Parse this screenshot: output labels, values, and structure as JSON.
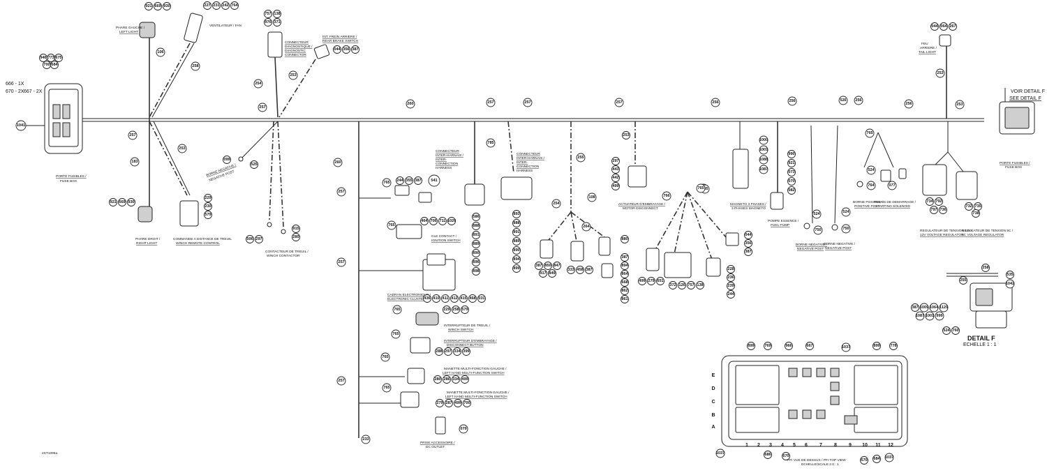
{
  "fuse_box": {
    "refs_top": [
      "946",
      "773",
      "675",
      "700",
      "684"
    ],
    "refs_left": [
      "666 - 1X",
      "670 - 2X",
      "667 - 2X"
    ],
    "ref_main": "1041",
    "label_fr": "PORTE FUSIBLES /",
    "label_en": "FUSE BOX"
  },
  "left_light": {
    "refs": [
      "921",
      "669",
      "930"
    ],
    "label_fr": "PHARE GAUCHE /",
    "label_en": "LEFT LIGHT"
  },
  "fan": {
    "refs": [
      "227",
      "231",
      "242",
      "764"
    ],
    "label": "VENTILATEUR / FAN"
  },
  "diag": {
    "refs": [
      "757",
      "138",
      "976",
      "371"
    ],
    "label_fr": "CONNECTEUR",
    "label_fr2": "DIAGNOSTIQUE /",
    "label_en": "DIAGNOSTIC",
    "label_en2": "CONNECTOR"
  },
  "rear_brake": {
    "refs": [
      "044",
      "356",
      "387"
    ],
    "label_fr": "INT. FREIN ARRIERE /",
    "label_en": "REAR BRAKE SWITCH"
  },
  "right_light": {
    "refs": [
      "921",
      "669",
      "930"
    ],
    "label_fr": "PHARE DROIT /",
    "label_en": "RIGHT LIGHT"
  },
  "winch_remote": {
    "refs": [
      "229",
      "230",
      "579"
    ],
    "label_fr": "COMMANDE A DISTANCE DE TREUIL",
    "label_en": "WINCH REMOTE CONTROL"
  },
  "neg_post_a": {
    "refs": [
      "099",
      "525"
    ],
    "label_fr": "BORNE NEGATIVE /",
    "label_en": "NEGATIVE POST"
  },
  "winch_contactor": {
    "refs": [
      "506",
      "297",
      "915",
      "280"
    ],
    "label_fr": "CONTACTEUR DE TREUIL /",
    "label_en": "WINCH CONTACTOR"
  },
  "harness_conn": {
    "label_fr": "CONNECTEUR",
    "label_fr2": "INTER-HARNAIS /",
    "label_fr3": "INTER-",
    "label_en": "CONNECTION",
    "label_en2": "HARNESS"
  },
  "ignition": {
    "refs": [
      "244",
      "355",
      "387",
      "541"
    ],
    "refs2": [
      "464",
      "706",
      "711",
      "1026"
    ],
    "label_fr": "CLE CONTACT /",
    "label_en": "IGNITION SWITCH"
  },
  "cluster": {
    "refs": [
      "436",
      "410",
      "411",
      "412",
      "415",
      "468",
      "031"
    ],
    "label_fr": "CADRAN ELECTRONIQUE /",
    "label_en": "ELECTRONIC CLUSTER"
  },
  "winch_switch": {
    "refs": [
      "229",
      "258",
      "579"
    ],
    "label_fr": "INTERRUPTEUR DE TREUIL /",
    "label_en": "WINCH SWITCH"
  },
  "disconnect_btn": {
    "refs": [
      "288",
      "297",
      "334",
      "399"
    ],
    "label_fr": "INTERRUPTEUR D'EMBRAYAGE /",
    "label_en": "DISCONNECT BUTTON"
  },
  "lh_switch": {
    "refs": [
      "280",
      "286",
      "334",
      "499"
    ],
    "label_fr": "MANETTE MULTI-FONCTION GAUCHE /",
    "label_en": "LEFT HAND MULTI-FUNCTION SWITCH"
  },
  "lh_switch2": {
    "refs": [
      "279",
      "287",
      "499",
      "700"
    ],
    "label_fr": "MANETTE MULTI-FONCTION GAUCHE /",
    "label_en": "LEFT HAND MULTI-FUNCTION SWITCH"
  },
  "dc_outlet": {
    "ref": "079",
    "label_fr": "PRISE ACCESSOIRE /",
    "label_en": "DC OUTLET"
  },
  "col1_refs": [
    "586",
    "888",
    "891",
    "889",
    "890",
    "896",
    "898"
  ],
  "col2_refs": [
    "893",
    "888",
    "891",
    "889",
    "890",
    "894",
    "899"
  ],
  "sensor_refs": [
    "387",
    "850",
    "847",
    "917",
    "849"
  ],
  "sensor_refs2": [
    "333",
    "458",
    "387"
  ],
  "col3_refs": [
    "880",
    "387",
    "894",
    "864",
    "668",
    "862",
    "861"
  ],
  "motor_disc": {
    "refs": [
      "297",
      "443",
      "442",
      "499"
    ],
    "ref_top": "253",
    "label_fr": "ACTUATEUR D'EMBRAYAGE /",
    "label_en": "MOTOR DISCONNECT"
  },
  "ecm_refs": [
    "499",
    "279",
    "651"
  ],
  "ecm_refs2": [
    "372",
    "126",
    "757",
    "138"
  ],
  "right_col_refs": [
    "228",
    "236",
    "239",
    "244"
  ],
  "conn_refs": [
    "044",
    "356",
    "387"
  ],
  "magneto": {
    "refs": [
      "1000",
      "1001",
      "1088",
      "1087"
    ],
    "label_fr": "MAGNETO 3 PHASES /",
    "label_en": "3 PHASES MAGNETO"
  },
  "fuel_pump": {
    "refs": [
      "990",
      "921",
      "073",
      "070",
      "082"
    ],
    "label_fr": "POMPE ESSENCE /",
    "label_en": "FUEL PUMP"
  },
  "neg_post_b": {
    "refs": [
      "524",
      "750"
    ],
    "label_fr": "BORNE NEGATIVE /",
    "label_en": "NEGATIVE POST"
  },
  "neg_post_c": {
    "refs": [
      "524",
      "750"
    ],
    "label_fr": "BORNE NEGATIVE /",
    "label_en": "NEGATIVE POST"
  },
  "pos_post": {
    "refs": [
      "524",
      "764",
      "077"
    ],
    "label_fr": "BORNE POSITIVE /",
    "label_en": "POSITIVE POST"
  },
  "starting_sol": {
    "label_fr": "RELAIS DE DEMARRAGE /",
    "label_en": "STARTING SOLENOID"
  },
  "tail_light": {
    "refs": [
      "044",
      "064",
      "267"
    ],
    "label_fr": "FEU",
    "label_fr2": "ARRIERE /",
    "label_en": "TAIL LIGHT"
  },
  "detail_ref": {
    "fr": "VOIR DETAIL F",
    "en": "SEE DETAIL F"
  },
  "fuse_box_r": {
    "label_fr": "PORTE FUSIBLES /",
    "label_en": "FUSE BOX"
  },
  "reg_a": {
    "refs": [
      "734",
      "792",
      "797",
      "736"
    ],
    "label_fr": "REGULATEUR DE TENSION 12V /",
    "label_en": "12V VOLTAGE REGULATOR"
  },
  "reg_b": {
    "refs": [
      "732",
      "735",
      "738"
    ],
    "label_fr": "REGULATEUR DE TENSION 5C /",
    "label_en": "5C VOLTAGE REGULATOR"
  },
  "detail": {
    "refs_a": [
      "258",
      "535",
      "1042",
      "255"
    ],
    "refs_b": [
      "387",
      "1009",
      "1064",
      "1129",
      "1087",
      "1001",
      "999",
      "524",
      "760"
    ],
    "title": "DETAIL F",
    "scale": "ECHELLE 1 : 1"
  },
  "box_top": {
    "refs": [
      "899",
      "769",
      "966",
      "667",
      "1037",
      "899",
      "778"
    ],
    "refs_bottom": [
      "1037",
      "686",
      "670",
      "670",
      "684",
      "1037"
    ],
    "rows": [
      "E",
      "D",
      "C",
      "B",
      "A"
    ],
    "cols": [
      "1",
      "2",
      "3",
      "4",
      "5",
      "6",
      "7",
      "8",
      "9",
      "10",
      "11",
      "12"
    ],
    "caption_fr": "PFI VUE DE DESSUS / PFI TOP VIEW",
    "caption_sc": "ECHELLE/SCALE  2.0 : 1"
  },
  "wire_labels": [
    "106",
    "258",
    "254",
    "253",
    "257",
    "260",
    "257",
    "257",
    "257",
    "256",
    "256",
    "256",
    "526",
    "256",
    "253",
    "257",
    "183",
    "253",
    "260",
    "257",
    "257",
    "257",
    "233",
    "785",
    "255",
    "108",
    "254",
    "264",
    "766",
    "785",
    "255",
    "765",
    "765",
    "765",
    "765",
    "765",
    "765",
    "765",
    "765",
    "253"
  ],
  "drawing_id": "2ST1095a"
}
